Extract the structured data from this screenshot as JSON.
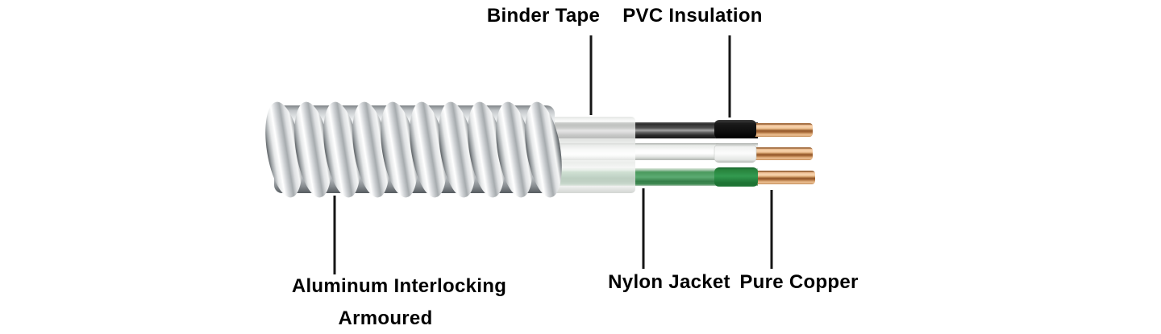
{
  "figure": {
    "type": "cable-structure-diagram",
    "subject": "Aluminum interlocked armoured cable cutaway",
    "background": "#ffffff"
  },
  "labels": {
    "binder_tape": "Binder Tape",
    "pvc_insulation": "PVC Insulation",
    "aluminum_line1": "Aluminum Interlocking",
    "aluminum_line2": "Armoured",
    "nylon_jacket": "Nylon Jacket",
    "pure_copper": "Pure Copper"
  },
  "colors": {
    "label_text": "#000000",
    "leader_line": "#161616",
    "armor_silver": "#c9cdd0",
    "binder_tape_white": "#f2f4f2",
    "pvc_black": "#141414",
    "pvc_white": "#f6f6f6",
    "pvc_green": "#2e8f48",
    "copper": "#cf8e56"
  }
}
